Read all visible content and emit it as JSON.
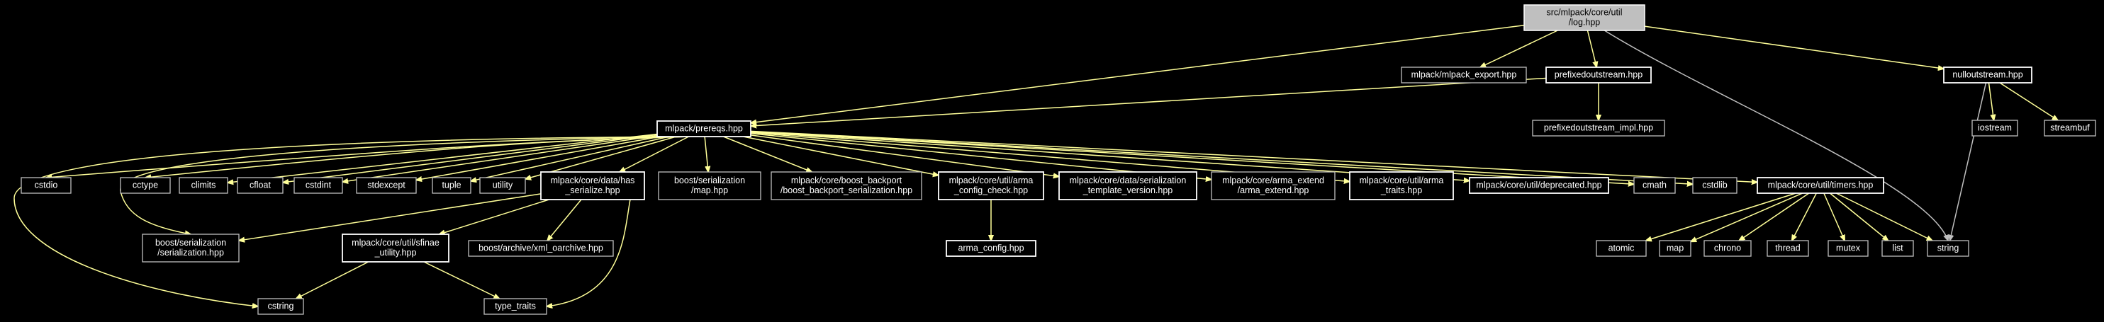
{
  "nodes": {
    "log": {
      "lines": [
        "src/mlpack/core/util",
        "/log.hpp"
      ],
      "kind": "root"
    },
    "mlpack_export": {
      "lines": [
        "mlpack/mlpack_export.hpp"
      ],
      "kind": "plain"
    },
    "prefixedoutstream": {
      "lines": [
        "prefixedoutstream.hpp"
      ],
      "kind": "linked"
    },
    "nulloutstream": {
      "lines": [
        "nulloutstream.hpp"
      ],
      "kind": "linked"
    },
    "prereqs": {
      "lines": [
        "mlpack/prereqs.hpp"
      ],
      "kind": "linked"
    },
    "prefixedoutstream_impl": {
      "lines": [
        "prefixedoutstream_impl.hpp"
      ],
      "kind": "plain"
    },
    "iostream": {
      "lines": [
        "iostream"
      ],
      "kind": "plain"
    },
    "streambuf": {
      "lines": [
        "streambuf"
      ],
      "kind": "plain"
    },
    "cstdio": {
      "lines": [
        "cstdio"
      ],
      "kind": "plain"
    },
    "cctype": {
      "lines": [
        "cctype"
      ],
      "kind": "plain"
    },
    "climits": {
      "lines": [
        "climits"
      ],
      "kind": "plain"
    },
    "cfloat": {
      "lines": [
        "cfloat"
      ],
      "kind": "plain"
    },
    "cstdint": {
      "lines": [
        "cstdint"
      ],
      "kind": "plain"
    },
    "stdexcept": {
      "lines": [
        "stdexcept"
      ],
      "kind": "plain"
    },
    "tuple": {
      "lines": [
        "tuple"
      ],
      "kind": "plain"
    },
    "utility": {
      "lines": [
        "utility"
      ],
      "kind": "plain"
    },
    "has_serialize": {
      "lines": [
        "mlpack/core/data/has",
        "_serialize.hpp"
      ],
      "kind": "linked"
    },
    "boost_map": {
      "lines": [
        "boost/serialization",
        "/map.hpp"
      ],
      "kind": "plain"
    },
    "boost_backport": {
      "lines": [
        "mlpack/core/boost_backport",
        "/boost_backport_serialization.hpp"
      ],
      "kind": "plain"
    },
    "arma_config_check": {
      "lines": [
        "mlpack/core/util/arma",
        "_config_check.hpp"
      ],
      "kind": "linked"
    },
    "serialization_template": {
      "lines": [
        "mlpack/core/data/serialization",
        "_template_version.hpp"
      ],
      "kind": "linked"
    },
    "arma_extend": {
      "lines": [
        "mlpack/core/arma_extend",
        "/arma_extend.hpp"
      ],
      "kind": "plain"
    },
    "arma_traits": {
      "lines": [
        "mlpack/core/util/arma",
        "_traits.hpp"
      ],
      "kind": "linked"
    },
    "deprecated": {
      "lines": [
        "mlpack/core/util/deprecated.hpp"
      ],
      "kind": "linked"
    },
    "cmath": {
      "lines": [
        "cmath"
      ],
      "kind": "plain"
    },
    "cstdlib": {
      "lines": [
        "cstdlib"
      ],
      "kind": "plain"
    },
    "timers": {
      "lines": [
        "mlpack/core/util/timers.hpp"
      ],
      "kind": "linked"
    },
    "boost_serialization": {
      "lines": [
        "boost/serialization",
        "/serialization.hpp"
      ],
      "kind": "plain"
    },
    "sfinae": {
      "lines": [
        "mlpack/core/util/sfinae",
        "_utility.hpp"
      ],
      "kind": "linked"
    },
    "xml_oarchive": {
      "lines": [
        "boost/archive/xml_oarchive.hpp"
      ],
      "kind": "plain"
    },
    "arma_config": {
      "lines": [
        "arma_config.hpp"
      ],
      "kind": "linked"
    },
    "atomic": {
      "lines": [
        "atomic"
      ],
      "kind": "plain"
    },
    "map": {
      "lines": [
        "map"
      ],
      "kind": "plain"
    },
    "chrono": {
      "lines": [
        "chrono"
      ],
      "kind": "plain"
    },
    "thread": {
      "lines": [
        "thread"
      ],
      "kind": "plain"
    },
    "mutex": {
      "lines": [
        "mutex"
      ],
      "kind": "plain"
    },
    "list": {
      "lines": [
        "list"
      ],
      "kind": "plain"
    },
    "string": {
      "lines": [
        "string"
      ],
      "kind": "plain"
    },
    "cstring": {
      "lines": [
        "cstring"
      ],
      "kind": "plain"
    },
    "type_traits": {
      "lines": [
        "type_traits"
      ],
      "kind": "plain"
    }
  },
  "edges": [
    [
      "log",
      "prereqs"
    ],
    [
      "log",
      "mlpack_export"
    ],
    [
      "log",
      "prefixedoutstream"
    ],
    [
      "log",
      "nulloutstream"
    ],
    [
      "log",
      "string"
    ],
    [
      "prefixedoutstream",
      "prereqs"
    ],
    [
      "prefixedoutstream",
      "prefixedoutstream_impl"
    ],
    [
      "nulloutstream",
      "iostream"
    ],
    [
      "nulloutstream",
      "streambuf"
    ],
    [
      "nulloutstream",
      "string"
    ],
    [
      "prereqs",
      "cstdio"
    ],
    [
      "prereqs",
      "boost_serialization"
    ],
    [
      "prereqs",
      "cctype"
    ],
    [
      "prereqs",
      "climits"
    ],
    [
      "prereqs",
      "cfloat"
    ],
    [
      "prereqs",
      "cstdint"
    ],
    [
      "prereqs",
      "stdexcept"
    ],
    [
      "prereqs",
      "tuple"
    ],
    [
      "prereqs",
      "utility"
    ],
    [
      "prereqs",
      "has_serialize"
    ],
    [
      "prereqs",
      "boost_map"
    ],
    [
      "prereqs",
      "boost_backport"
    ],
    [
      "prereqs",
      "arma_config_check"
    ],
    [
      "prereqs",
      "serialization_template"
    ],
    [
      "prereqs",
      "arma_extend"
    ],
    [
      "prereqs",
      "arma_traits"
    ],
    [
      "prereqs",
      "deprecated"
    ],
    [
      "prereqs",
      "cmath"
    ],
    [
      "prereqs",
      "cstdlib"
    ],
    [
      "prereqs",
      "timers"
    ],
    [
      "prereqs",
      "cstring"
    ],
    [
      "has_serialize",
      "boost_serialization"
    ],
    [
      "has_serialize",
      "sfinae"
    ],
    [
      "has_serialize",
      "xml_oarchive"
    ],
    [
      "has_serialize",
      "type_traits"
    ],
    [
      "sfinae",
      "cstring"
    ],
    [
      "sfinae",
      "type_traits"
    ],
    [
      "arma_config_check",
      "arma_config"
    ],
    [
      "timers",
      "atomic"
    ],
    [
      "timers",
      "map"
    ],
    [
      "timers",
      "chrono"
    ],
    [
      "timers",
      "thread"
    ],
    [
      "timers",
      "mutex"
    ],
    [
      "timers",
      "list"
    ],
    [
      "timers",
      "string"
    ]
  ]
}
